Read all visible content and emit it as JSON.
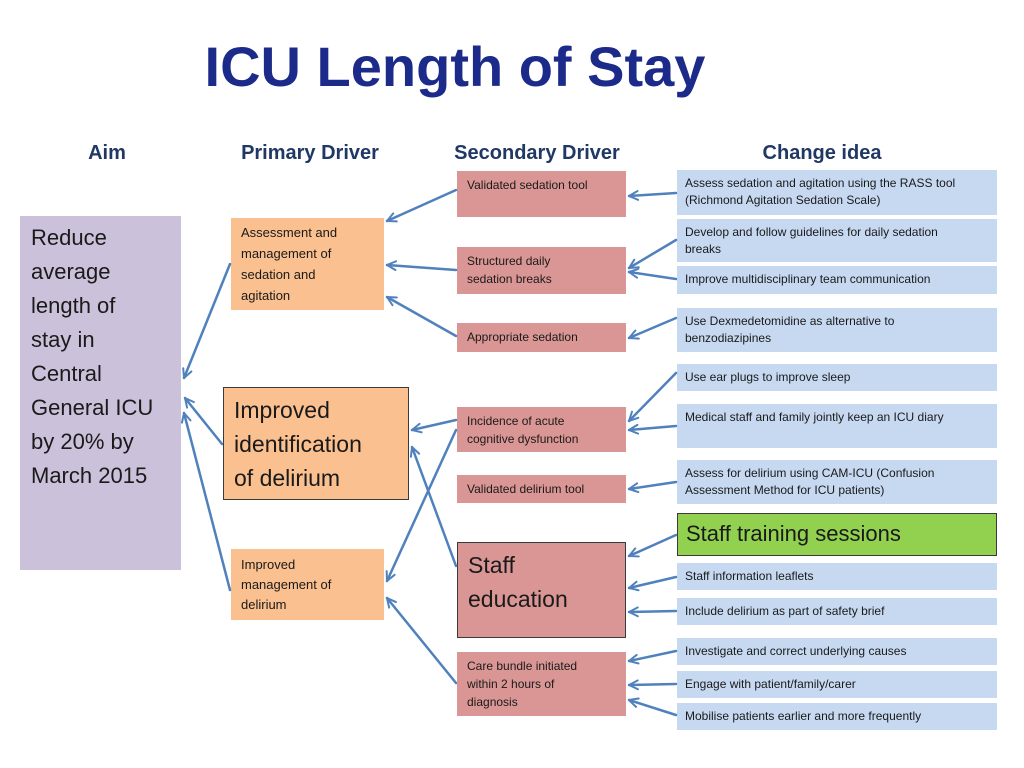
{
  "title": "ICU Length of Stay",
  "column_headers": {
    "aim": "Aim",
    "primary": "Primary Driver",
    "secondary": "Secondary Driver",
    "change": "Change idea"
  },
  "aim": "Reduce average length of stay in Central General ICU by 20% by March 2015",
  "primary_drivers": [
    "Assessment and management of sedation and agitation",
    "Improved identification of delirium",
    "Improved management of delirium"
  ],
  "secondary_drivers": [
    "Validated sedation tool",
    "Structured daily sedation breaks",
    "Appropriate sedation",
    "Incidence of acute cognitive dysfunction",
    "Validated delirium tool",
    "Staff education",
    "Care bundle initiated within 2 hours of diagnosis"
  ],
  "change_ideas": [
    "Assess sedation and agitation using the RASS tool (Richmond Agitation Sedation Scale)",
    "Develop and follow guidelines for daily sedation breaks",
    "Improve multidisciplinary team communication",
    "Use Dexmedetomidine as alternative to benzodiazipines",
    "Use ear plugs to improve sleep",
    "Medical staff and family jointly keep an ICU diary",
    "Assess for delirium using CAM-ICU (Confusion Assessment Method for ICU patients)",
    "Staff training sessions",
    "Staff information leaflets",
    "Include delirium as part of safety brief",
    "Investigate and correct underlying causes",
    "Engage with patient/family/carer",
    "Mobilise patients earlier and more frequently"
  ],
  "colors": {
    "title": "#1c2a8a",
    "headers": "#1f3864",
    "aim": "#ccc1da",
    "primary": "#fac08f",
    "secondary": "#d99694",
    "change": "#c6d9f1",
    "highlight": "#92d050",
    "arrow": "#4f81bd"
  }
}
